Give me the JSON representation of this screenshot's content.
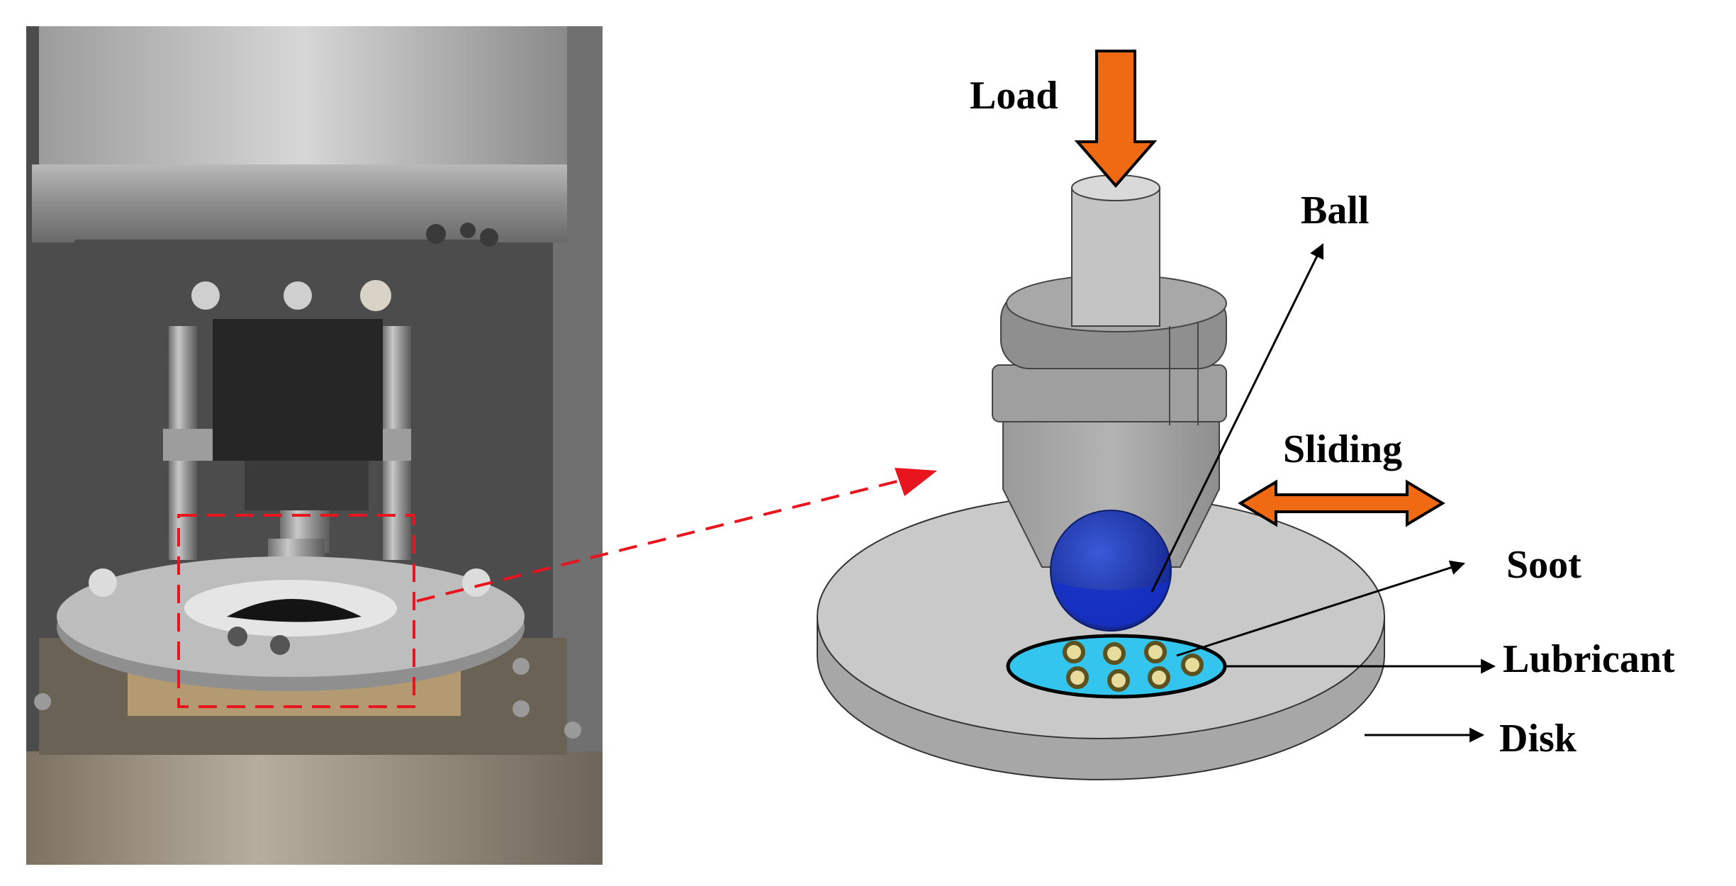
{
  "labels": {
    "load": "Load",
    "ball": "Ball",
    "sliding": "Sliding",
    "soot": "Soot",
    "lubricant": "Lubricant",
    "disk": "Disk"
  },
  "colors": {
    "arrow_orange": "#F06A14",
    "zoom_red": "#E8141E",
    "ball_blue": "#1F3FBF",
    "lubricant_cyan": "#33C5EE",
    "soot_particle": "#8B7D2A",
    "metal_gray": "#A9A9A9",
    "disk_gray": "#C9C9C9"
  }
}
